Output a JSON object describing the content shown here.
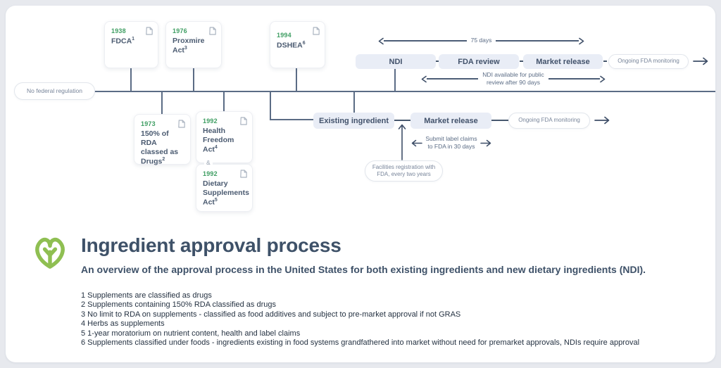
{
  "colors": {
    "accent_green": "#3f9e63",
    "leaf_green": "#8fbf52",
    "slate": "#47586e",
    "flow_box_bg": "#e9edf6",
    "timeline_line": "#5b6c85"
  },
  "timeline": {
    "no_regulation_label": "No federal regulation",
    "joiner_label": "&",
    "cards_above": [
      {
        "year": "1938",
        "title": "FDCA",
        "sup": "1"
      },
      {
        "year": "1976",
        "title": "Proxmire Act",
        "sup": "3"
      },
      {
        "year": "1994",
        "title": "DSHEA",
        "sup": "6"
      }
    ],
    "cards_below": [
      {
        "year": "1973",
        "title": "150% of RDA classed as Drugs",
        "sup": "2"
      },
      {
        "year": "1992",
        "title": "Health Freedom Act",
        "sup": "4"
      },
      {
        "year": "1992",
        "title": "Dietary Supplements Act",
        "sup": "5"
      }
    ]
  },
  "ndi_flow": {
    "duration_label": "75 days",
    "step_ndi": "NDI",
    "step_fda_review": "FDA review",
    "step_market_release": "Market release",
    "monitoring_label": "Ongoing FDA monitoring",
    "public_review_line1": "NDI available for public",
    "public_review_line2": "review after 90 days"
  },
  "existing_flow": {
    "step_existing": "Existing ingredient",
    "step_market_release": "Market release",
    "monitoring_label": "Ongoing FDA monitoring",
    "claims_line1": "Submit label claims",
    "claims_line2": "to FDA in 30 days",
    "facilities_line1": "Facilities registration with",
    "facilities_line2": "FDA, every two years"
  },
  "header": {
    "title": "Ingredient approval process",
    "subtitle": "An overview of the approval process in the United States for both existing ingredients and new dietary ingredients (NDI)."
  },
  "footnotes": [
    "1 Supplements are classified as drugs",
    "2 Supplements containing 150% RDA classified as drugs",
    "3 No limit to RDA on supplements - classified as food additives and subject to pre-market approval if not GRAS",
    "4 Herbs as supplements",
    "5 1-year moratorium on nutrient content, health and label claims",
    "6 Supplements classified under foods - ingredients existing in food systems grandfathered into market without need for premarket approvals, NDIs require approval"
  ]
}
